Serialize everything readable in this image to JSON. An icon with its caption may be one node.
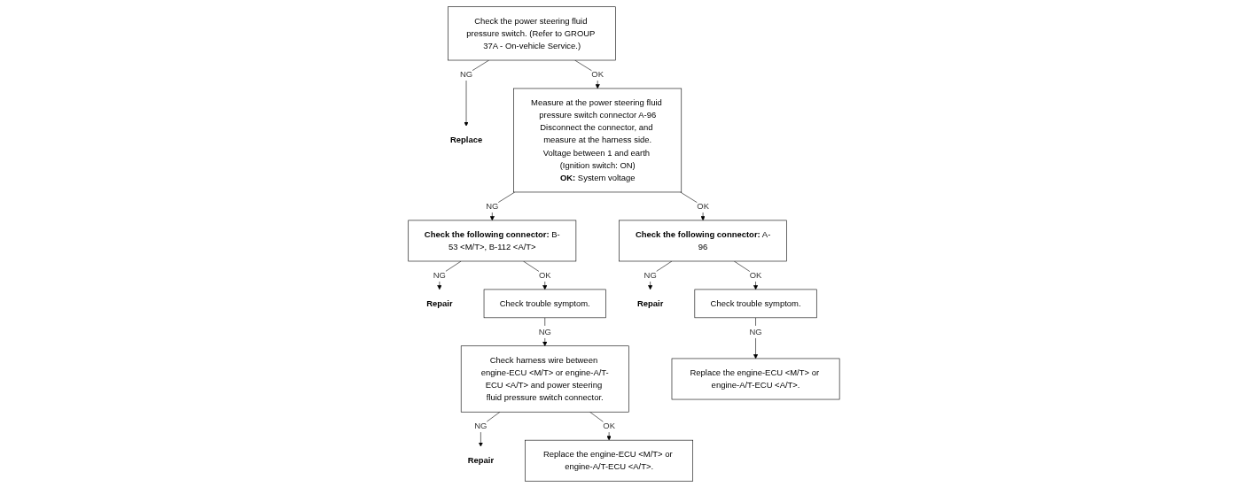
{
  "diagram": {
    "nodes": [
      {
        "text": [
          "Check the power steering fluid pressure switch. (Refer to GROUP 37A - On-vehicle Service.)"
        ]
      },
      {
        "text": [
          "Replace"
        ]
      },
      {
        "text": [
          "Measure at the power steering fluid pressure switch connector A-96",
          "Disconnect the connector, and measure at the harness side.",
          "Voltage between 1 and earth (Ignition switch: ON)",
          "**OK:** System voltage"
        ]
      },
      {
        "text": [
          "**Check the following connector:** B-53 <M/T>, B-112 <A/T>"
        ]
      },
      {
        "text": [
          "Repair"
        ]
      },
      {
        "text": [
          "**Check the following connector:** A-96"
        ]
      },
      {
        "text": [
          "Repair"
        ]
      },
      {
        "text": [
          "Check trouble symptom."
        ]
      },
      {
        "text": [
          "Replace the engine-ECU <M/T> or engine-A/T-ECU <A/T>."
        ]
      },
      {
        "text": [
          "Check trouble symptom."
        ]
      },
      {
        "text": [
          "Check harness wire between engine-ECU <M/T> or engine-A/T-ECU <A/T> and power steering fluid pressure switch connector."
        ]
      },
      {
        "text": [
          "Repair"
        ]
      },
      {
        "text": [
          "Replace the engine-ECU <M/T> or engine-A/T-ECU <A/T>."
        ]
      }
    ],
    "edges": [
      {
        "from": 0,
        "to": 1,
        "arrow": "to",
        "label": "NG"
      },
      {
        "from": 0,
        "to": 2,
        "arrow": "to",
        "label": "OK"
      },
      {
        "from": 2,
        "to": 3,
        "arrow": "to",
        "label": "NG"
      },
      {
        "from": 3,
        "to": 4,
        "arrow": "to",
        "label": "NG"
      },
      {
        "from": 2,
        "to": 5,
        "arrow": "to",
        "label": "OK"
      },
      {
        "from": 5,
        "to": 6,
        "arrow": "to",
        "label": "NG"
      },
      {
        "from": 5,
        "to": 7,
        "arrow": "to",
        "label": "OK"
      },
      {
        "from": 7,
        "to": 8,
        "arrow": "to",
        "label": "NG"
      },
      {
        "from": 3,
        "to": 9,
        "arrow": "to",
        "label": "OK"
      },
      {
        "from": 9,
        "to": 10,
        "arrow": "to",
        "label": "NG"
      },
      {
        "from": 10,
        "to": 11,
        "arrow": "to",
        "label": "NG"
      },
      {
        "from": 10,
        "to": 12,
        "arrow": "to",
        "label": "OK"
      }
    ]
  }
}
